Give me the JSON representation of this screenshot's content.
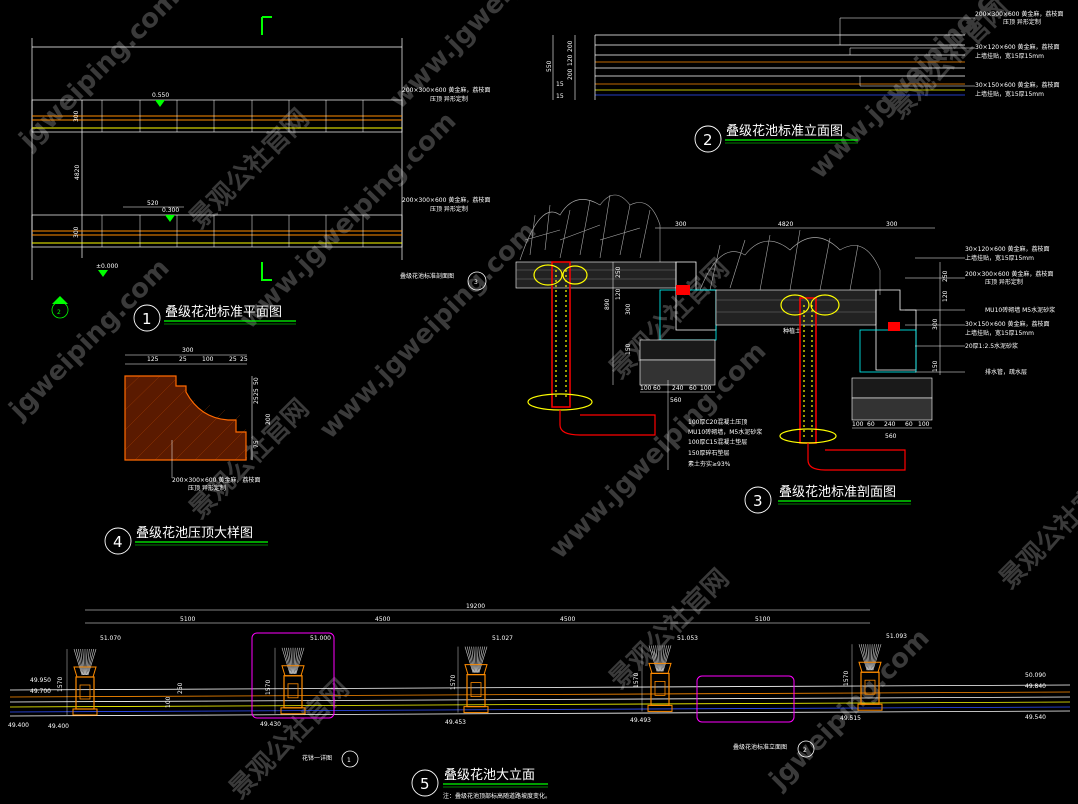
{
  "watermark": {
    "text_a": "www.jgweiping.com",
    "text_b": "jgweiping.com",
    "text_c": "景观公社官网"
  },
  "plan": {
    "title": "叠级花池标准平面图",
    "number": "1",
    "ref_number": "2",
    "section_ref": "叠级花池标准剖面图",
    "section_ref_num": "3",
    "elev_top": "0.550",
    "elev_mid": "0.300",
    "elev_base": "±0.000",
    "dim_height": "4820",
    "dim_300a": "300",
    "dim_300b": "300",
    "dim_520": "520",
    "note_top_1": "200×300×600 黄金麻，荔枝面",
    "note_top_2": "压顶 异形定制",
    "note_bot_1": "200×300×600 黄金麻，荔枝面",
    "note_bot_2": "压顶 异形定制"
  },
  "elevation": {
    "title": "叠级花池标准立面图",
    "number": "2",
    "dim_550": "550",
    "dim_200": "200",
    "dim_120": "120",
    "dim_200b": "200",
    "dim_15": "15",
    "dim_15b": "15",
    "note_1": "200×300×600 黄金麻，荔枝面",
    "note_2": "压顶 异形定制",
    "note_3": "30×120×600 黄金麻，荔枝面",
    "note_4": "上墙挂贴，宽15厚15mm",
    "note_5": "30×150×600 黄金麻，荔枝面",
    "note_6": "上墙挂贴，宽15厚15mm"
  },
  "cap_detail": {
    "title": "叠级花池压顶大样图",
    "number": "4",
    "dim_300": "300",
    "dims_top": [
      "125",
      "25",
      "100",
      "25",
      "25"
    ],
    "dims_side": [
      "50",
      "25",
      "25",
      "200",
      "75"
    ],
    "note_1": "200×300×600 黄金麻，荔枝面",
    "note_2": "压顶 异形定制"
  },
  "section": {
    "title": "叠级花池标准剖面图",
    "number": "3",
    "dim_300a": "300",
    "dim_4820": "4820",
    "dim_300b": "300",
    "dims_left": [
      "250",
      "120",
      "300",
      "150"
    ],
    "dim_890": "890",
    "dims_bottom": [
      "100",
      "60",
      "240",
      "60",
      "100"
    ],
    "dim_560a": "560",
    "dim_560b": "560",
    "dims_right": [
      "250",
      "120",
      "300",
      "150"
    ],
    "planting_soil": "种植土",
    "notes_right": [
      "30×120×600 黄金麻，荔枝面",
      "上墙挂贴，宽15厚15mm",
      "200×300×600 黄金麻，荔枝面",
      "压顶 异形定制",
      "MU10砖砌墙 M5水泥砂浆",
      "30×150×600 黄金麻，荔枝面",
      "上墙挂贴，宽15厚15mm",
      "20厚1:2.5水泥砂浆",
      "排水管，疏水层"
    ],
    "notes_bottom": [
      "100厚C20混凝土压顶",
      "MU10砖砌墙，M5水泥砂浆",
      "100厚C15混凝土垫层",
      "150厚碎石垫层",
      "素土夯实≥93%"
    ]
  },
  "big_elevation": {
    "title": "叠级花池大立面",
    "number": "5",
    "footnote": "注：叠级花池顶部标高随道路坡度变化。",
    "dim_total": "19200",
    "dims": [
      "5100",
      "4500",
      "4500",
      "5100"
    ],
    "tops": [
      "51.070",
      "51.000",
      "51.027",
      "51.053",
      "51.093"
    ],
    "bottoms": [
      "49.400",
      "49.430",
      "49.453",
      "49.493",
      "49.515"
    ],
    "left_elev": [
      "49.950",
      "49.700",
      "49.400"
    ],
    "right_elev": [
      "50.090",
      "49.840",
      "49.540"
    ],
    "h1570": "1570",
    "h250": "250",
    "h100": "100",
    "ref_1": "花钵一详图",
    "ref_1_num": "1",
    "ref_2": "叠级花池标准立面图",
    "ref_2_num": "2"
  },
  "colors": {
    "line": "#ffffff",
    "green": "#00ff00",
    "yellow": "#ffff00",
    "red": "#ff0000",
    "magenta": "#ff00ff",
    "orange": "#ff8c00",
    "cyan": "#00ffff",
    "blue": "#3050ff"
  }
}
